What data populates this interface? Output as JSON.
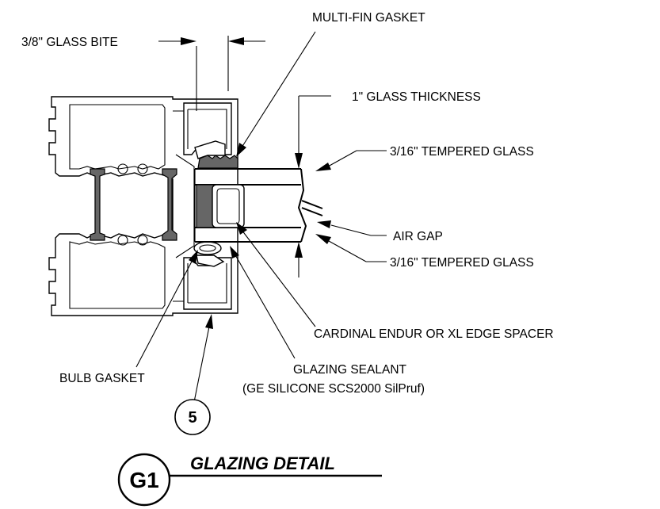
{
  "labels": {
    "multi_fin_gasket": "MULTI-FIN GASKET",
    "glass_bite": "3/8\" GLASS BITE",
    "glass_thickness": "1\" GLASS THICKNESS",
    "tempered_glass_top": "3/16\" TEMPERED GLASS",
    "air_gap": "AIR GAP",
    "tempered_glass_bottom": "3/16\" TEMPERED GLASS",
    "edge_spacer": "CARDINAL ENDUR OR XL EDGE SPACER",
    "bulb_gasket": "BULB GASKET",
    "glazing_sealant": "GLAZING SEALANT",
    "glazing_sealant_spec": "(GE SILICONE SCS2000 SilPruf)"
  },
  "callout": {
    "number": "5"
  },
  "detail": {
    "id": "G1",
    "title": "GLAZING DETAIL"
  }
}
